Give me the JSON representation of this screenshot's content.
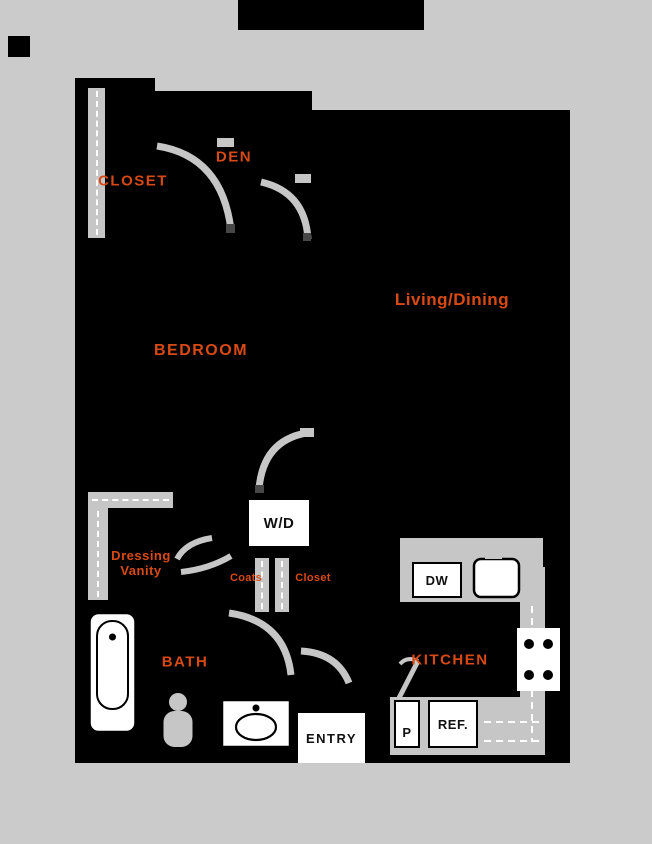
{
  "plan": {
    "rooms": {
      "closet": "CLOSET",
      "den": "DEN",
      "living_dining": "Living/Dining",
      "bedroom": "BEDROOM",
      "dressing_line1": "Dressing",
      "dressing_line2": "Vanity",
      "coats": "Coats",
      "hall_closet": "Closet",
      "bath": "BATH",
      "kitchen": "KITCHEN",
      "entry": "ENTRY"
    },
    "appliances": {
      "washer_dryer": "W/D",
      "dishwasher": "DW",
      "refrigerator": "REF.",
      "pantry": "P"
    },
    "colors": {
      "background_gray": "#cbcbcb",
      "plan_black": "#000000",
      "fixture_gray": "#c6c6c6",
      "label_orange": "#d84a15",
      "box_white": "#ffffff"
    }
  }
}
